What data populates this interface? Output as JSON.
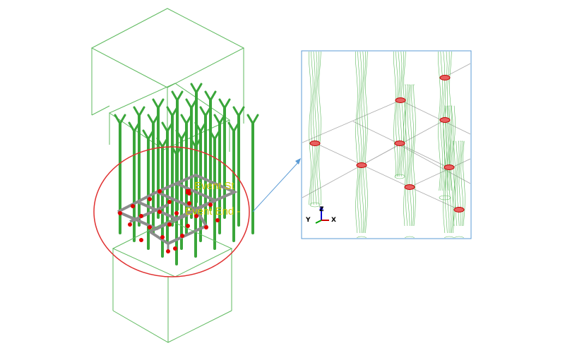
{
  "labels": {
    "event_start": "Event St",
    "event_end": "Event End -"
  },
  "axis_triad": {
    "z": "Z",
    "y": "Y",
    "x": "X"
  },
  "colors": {
    "wireframe": "#5fba5f",
    "pile": "#3aa63a",
    "sensor": "#e00000",
    "highlight_circle": "#e03030",
    "label_text": "#c8c800",
    "beam": "#8c8c8c",
    "callout_arrow": "#5b9bd5",
    "zoom_border": "#5b9bd5",
    "axis_x": "#cc0000",
    "axis_y": "#00a000",
    "axis_z": "#0000cc"
  }
}
